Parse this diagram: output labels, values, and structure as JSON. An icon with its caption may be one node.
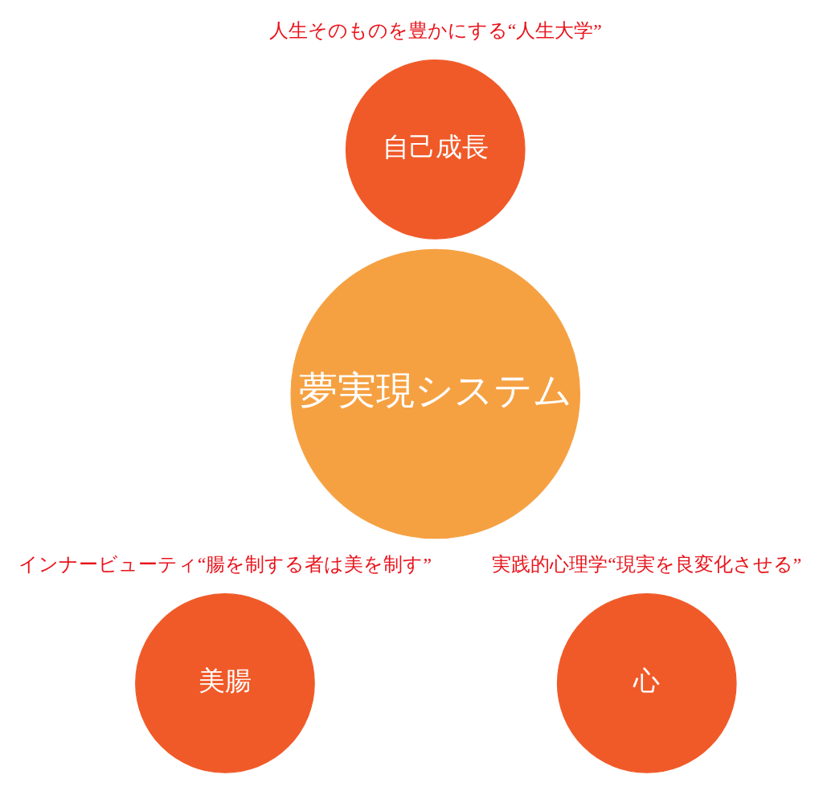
{
  "diagram": {
    "nodes": [
      {
        "text": [
          "自己成長"
        ],
        "beside": [
          "人生そのものを豊かにする“人生大学”"
        ]
      },
      {
        "text": [
          "夢実現システム"
        ]
      },
      {
        "text": [
          "美腸"
        ],
        "beside": [
          "インナービューティ“腸を制する者は美を制す”"
        ]
      },
      {
        "text": [
          "心"
        ],
        "beside": [
          "実践的心理学“現実を良変化させる”"
        ]
      }
    ],
    "edges": []
  }
}
